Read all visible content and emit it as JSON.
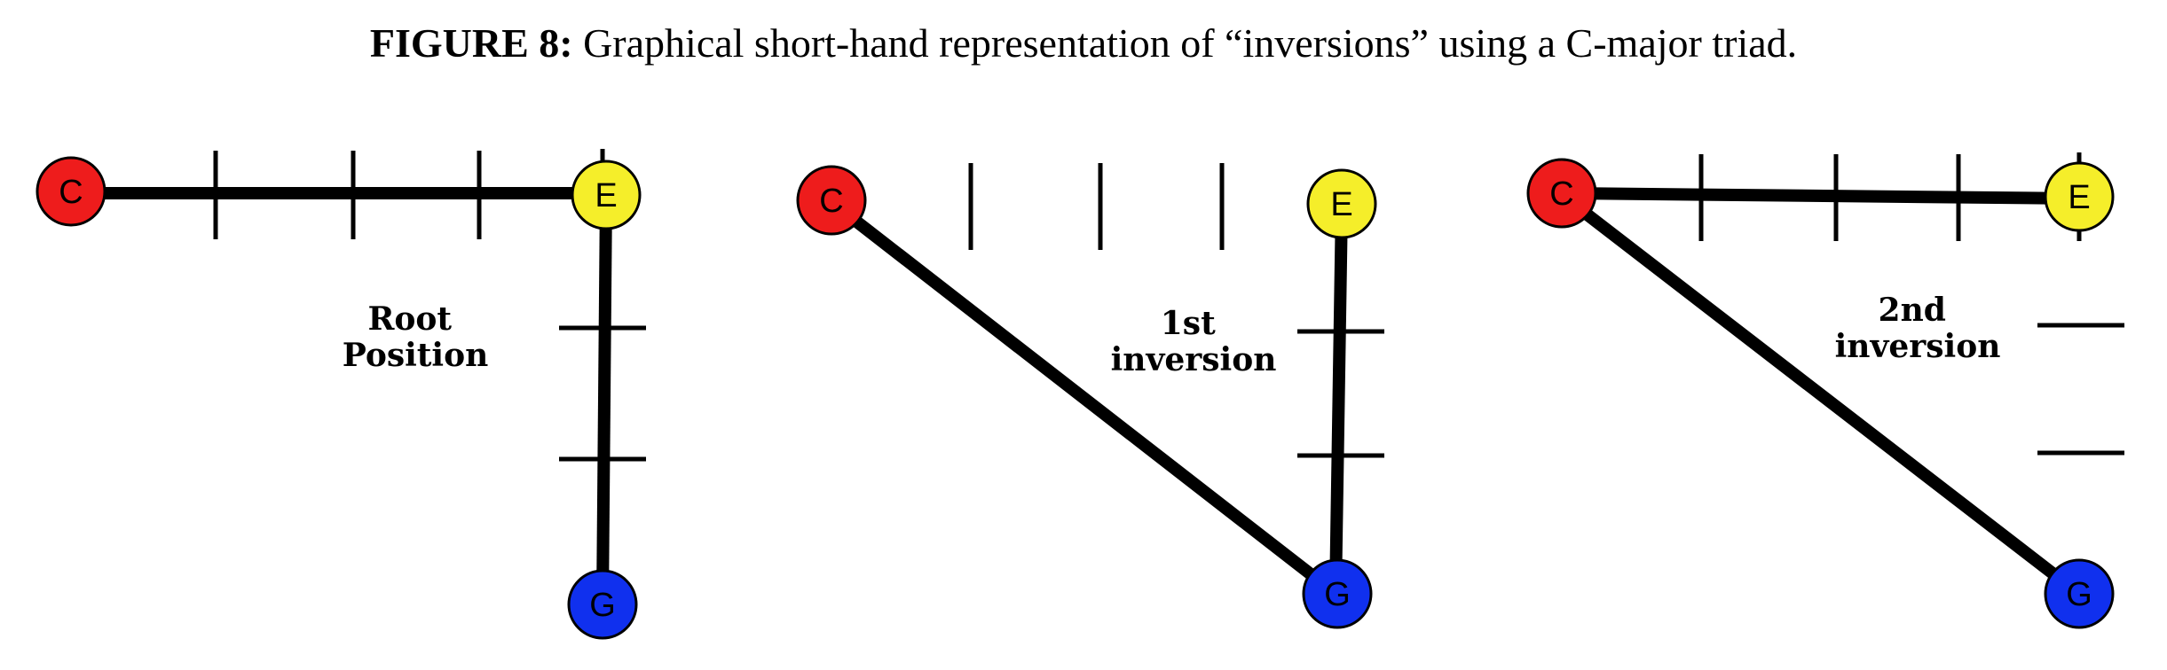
{
  "caption": {
    "lead": "FIGURE 8:",
    "text": " Graphical short-hand representation of “inversions” using a C-major triad."
  },
  "colors": {
    "c_node": "#ee1c1c",
    "e_node": "#f5ee2a",
    "g_node": "#1030ee",
    "line": "#000000"
  },
  "notes": {
    "c": "C",
    "e": "E",
    "g": "G"
  },
  "panels": [
    {
      "id": "root",
      "label_lines": [
        "Root",
        "Position"
      ],
      "connections": [
        [
          "C",
          "E"
        ],
        [
          "E",
          "G"
        ]
      ]
    },
    {
      "id": "first",
      "label_lines": [
        "1st",
        "inversion"
      ],
      "connections": [
        [
          "C",
          "G"
        ],
        [
          "E",
          "G"
        ]
      ]
    },
    {
      "id": "second",
      "label_lines": [
        "2nd",
        "inversion"
      ],
      "connections": [
        [
          "C",
          "G"
        ],
        [
          "C",
          "E"
        ]
      ]
    }
  ]
}
